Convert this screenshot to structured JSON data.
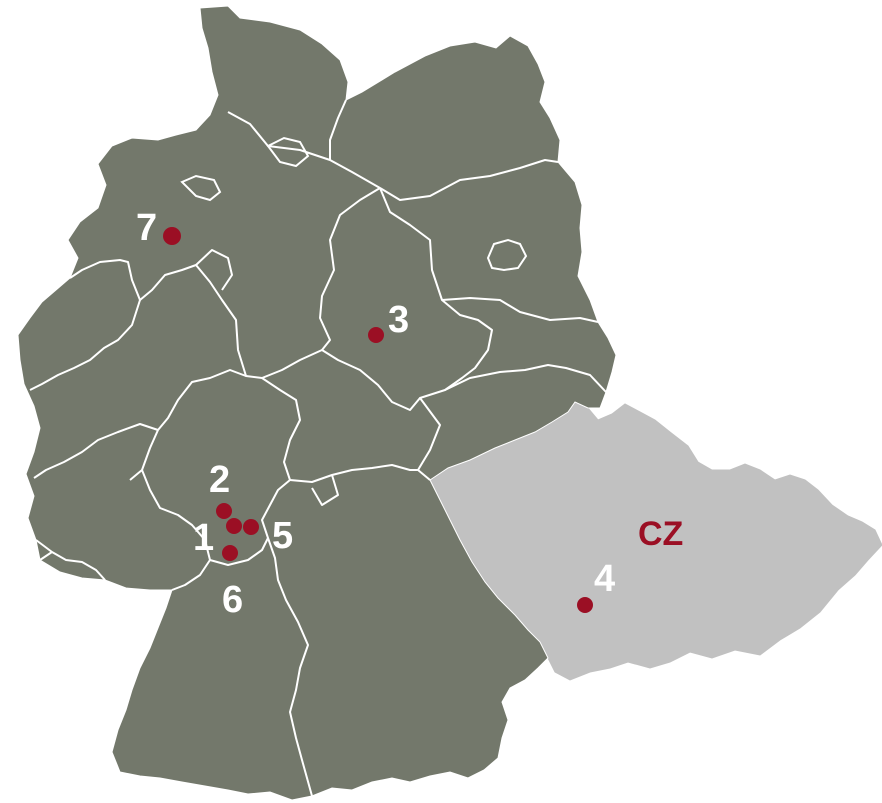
{
  "map": {
    "colors": {
      "germany_fill": "#73786b",
      "czechia_fill": "#c1c1c1",
      "border_line": "#ffffff",
      "marker": "#9b0f24",
      "label_light": "#ffffff",
      "label_accent": "#9b0f24"
    },
    "country_label": "CZ",
    "markers": [
      {
        "label": "1"
      },
      {
        "label": "2"
      },
      {
        "label": "3"
      },
      {
        "label": "4"
      },
      {
        "label": "5"
      },
      {
        "label": "6"
      },
      {
        "label": "7"
      }
    ]
  }
}
